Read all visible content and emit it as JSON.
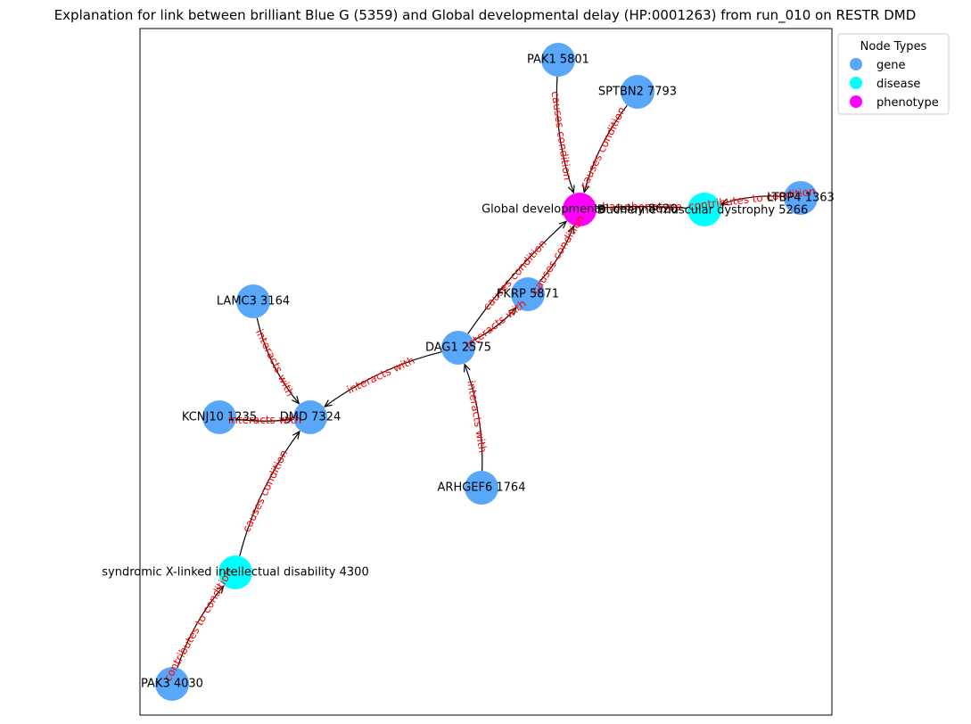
{
  "figure": {
    "title": "Explanation for link between brilliant Blue G (5359) and Global developmental delay (HP:0001263) from run_010 on RESTR DMD"
  },
  "legend": {
    "title": "Node Types",
    "items": [
      {
        "label": "gene",
        "color": "#58a7f8"
      },
      {
        "label": "disease",
        "color": "#00ffff"
      },
      {
        "label": "phenotype",
        "color": "#ff00ff"
      }
    ]
  },
  "colors": {
    "gene": "#58a7f8",
    "disease": "#00ffff",
    "phenotype": "#ff00ff",
    "edge": "#000000",
    "edge_label": "#ff0000"
  },
  "nodes": [
    {
      "id": "pak1",
      "label": "PAK1 5801",
      "type": "gene"
    },
    {
      "id": "sptbn2",
      "label": "SPTBN2 7793",
      "type": "gene"
    },
    {
      "id": "gdd",
      "label": "Global developmental delay 8620",
      "type": "phenotype"
    },
    {
      "id": "dmd_dis",
      "label": "Duchenne muscular dystrophy 5266",
      "type": "disease"
    },
    {
      "id": "ltbp4",
      "label": "LTBP4 1363",
      "type": "gene"
    },
    {
      "id": "fkrp",
      "label": "FKRP 5871",
      "type": "gene"
    },
    {
      "id": "lamc3",
      "label": "LAMC3 3164",
      "type": "gene"
    },
    {
      "id": "dag1",
      "label": "DAG1 2575",
      "type": "gene"
    },
    {
      "id": "kcnj10",
      "label": "KCNJ10 1235",
      "type": "gene"
    },
    {
      "id": "dmd",
      "label": "DMD 7324",
      "type": "gene"
    },
    {
      "id": "arhgef6",
      "label": "ARHGEF6 1764",
      "type": "gene"
    },
    {
      "id": "xlid",
      "label": "syndromic X-linked intellectual disability 4300",
      "type": "disease"
    },
    {
      "id": "pak3",
      "label": "PAK3 4030",
      "type": "gene"
    }
  ],
  "edges": [
    {
      "source": "pak1",
      "target": "gdd",
      "label": "causes condition"
    },
    {
      "source": "sptbn2",
      "target": "gdd",
      "label": "causes condition"
    },
    {
      "source": "dmd_dis",
      "target": "gdd",
      "label": "has phenotype"
    },
    {
      "source": "ltbp4",
      "target": "dmd_dis",
      "label": "contributes to condition"
    },
    {
      "source": "fkrp",
      "target": "gdd",
      "label": "causes condition"
    },
    {
      "source": "dag1",
      "target": "gdd",
      "label": "causes condition"
    },
    {
      "source": "dag1",
      "target": "fkrp",
      "label": "interacts with"
    },
    {
      "source": "lamc3",
      "target": "dmd",
      "label": "interacts with"
    },
    {
      "source": "dag1",
      "target": "dmd",
      "label": "interacts with"
    },
    {
      "source": "kcnj10",
      "target": "dmd",
      "label": "interacts with"
    },
    {
      "source": "arhgef6",
      "target": "dag1",
      "label": "interacts with"
    },
    {
      "source": "xlid",
      "target": "dmd",
      "label": "causes condition"
    },
    {
      "source": "pak3",
      "target": "xlid",
      "label": "contributes to condition"
    }
  ]
}
